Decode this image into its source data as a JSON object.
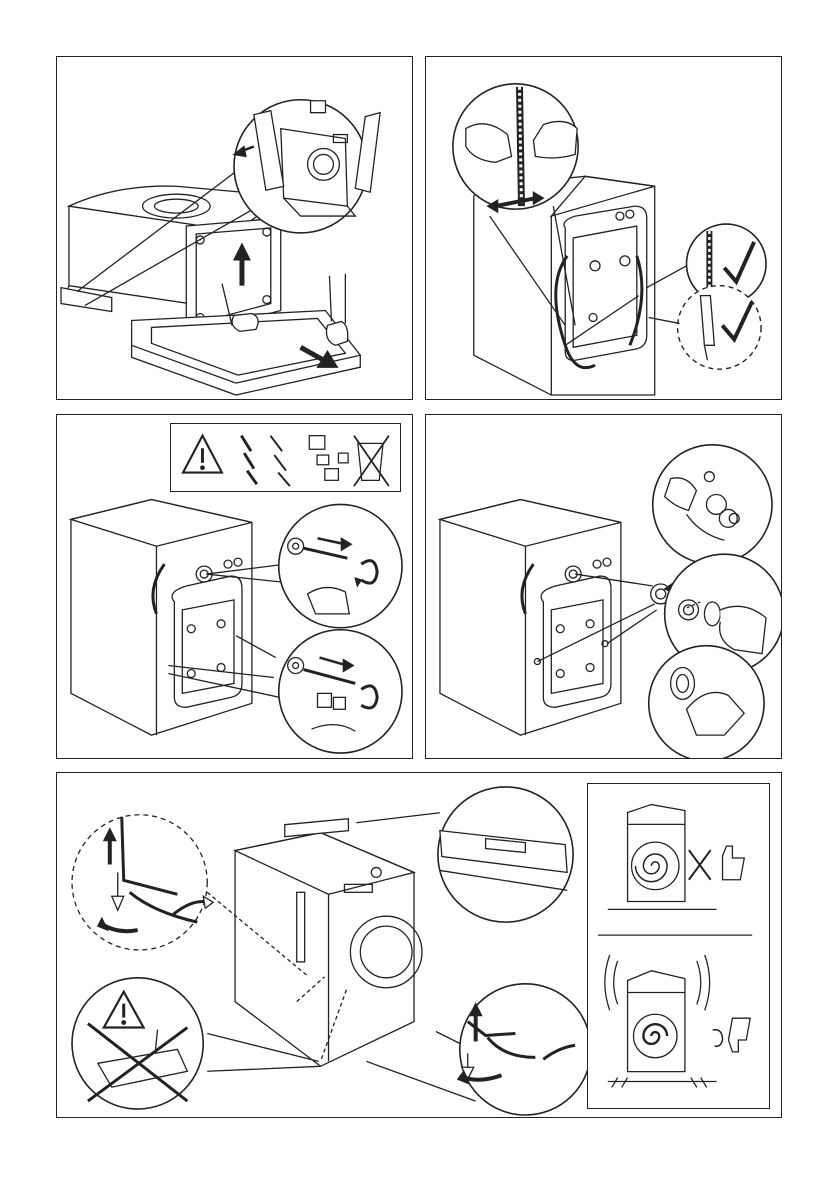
{
  "page": {
    "background": "#ffffff",
    "line_color": "#222222"
  },
  "panels": [
    {
      "id": "remove-base-packaging",
      "icons": [
        "arrow-up-icon",
        "arrow-right-icon",
        "arrow-left-icon"
      ]
    },
    {
      "id": "hose-support",
      "icons": [
        "checkmark-icon",
        "checkmark-icon",
        "double-arrow-icon"
      ]
    },
    {
      "id": "remove-transit-bolts",
      "icons": [
        "warning-icon",
        "recycle-bin-crossed-icon",
        "rotate-arrow-icon"
      ]
    },
    {
      "id": "insert-plastic-caps",
      "icons": [
        "arrow-left-icon"
      ]
    },
    {
      "id": "level-appliance",
      "icons": [
        "warning-icon",
        "thumbs-up-icon",
        "thumbs-down-icon",
        "rotate-arrow-icon"
      ]
    }
  ]
}
